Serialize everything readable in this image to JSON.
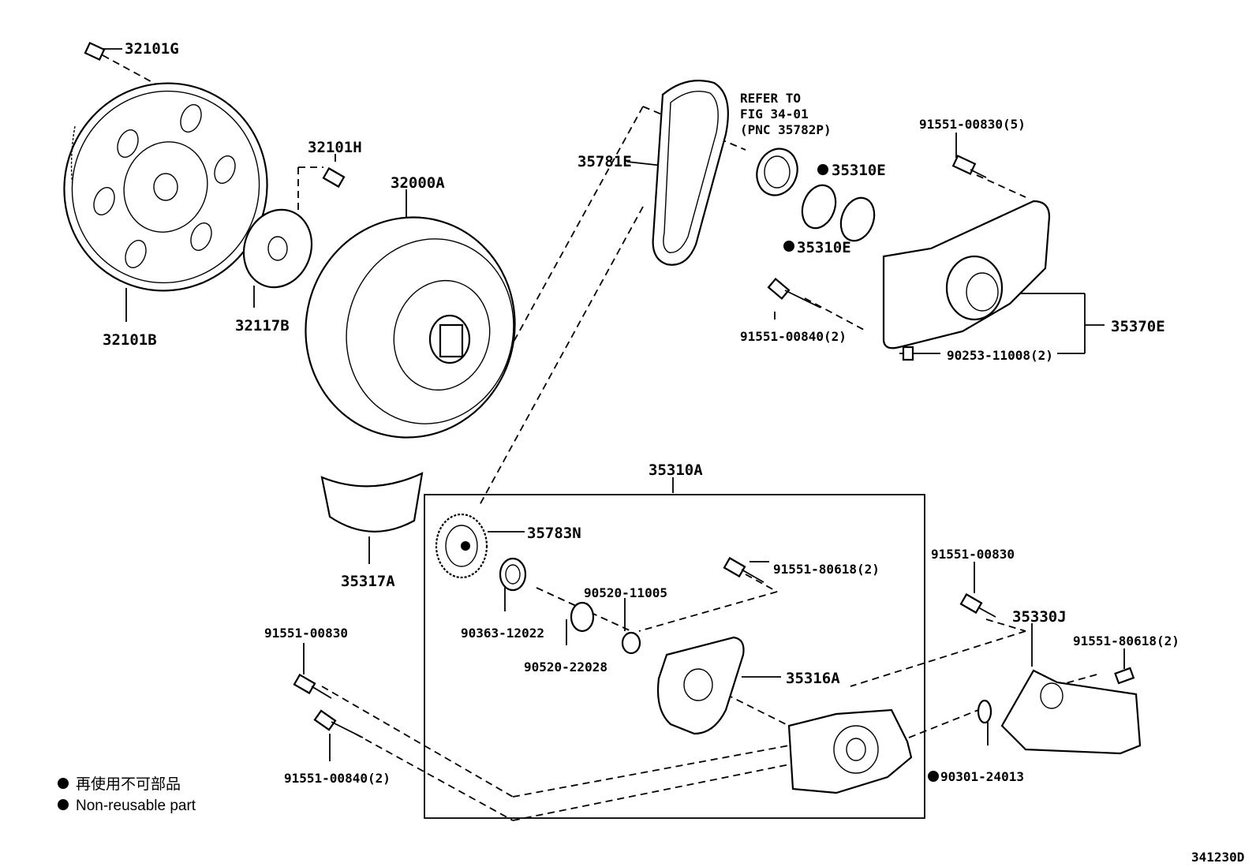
{
  "labels": {
    "p32101G": "32101G",
    "p32101H": "32101H",
    "p32000A": "32000A",
    "p32117B": "32117B",
    "p32101B": "32101B",
    "p35781E": "35781E",
    "refer_line1": "REFER TO",
    "refer_line2": "FIG 34-01",
    "refer_line3": "(PNC 35782P)",
    "p35310E_a": "35310E",
    "p35310E_b": "35310E",
    "p91551_00830_5": "91551-00830(5)",
    "p91551_00840_2_top": "91551-00840(2)",
    "p90253_11008_2": "90253-11008(2)",
    "p35370E": "35370E",
    "p35310A": "35310A",
    "p35783N": "35783N",
    "p35317A": "35317A",
    "p91551_80618_2_mid": "91551-80618(2)",
    "p90520_11005": "90520-11005",
    "p90363_12022": "90363-12022",
    "p90520_22028": "90520-22028",
    "p35316A": "35316A",
    "p91551_00830_left": "91551-00830",
    "p91551_00840_2_bottom": "91551-00840(2)",
    "p91551_00830_right": "91551-00830",
    "p35330J": "35330J",
    "p91551_80618_2_right": "91551-80618(2)",
    "p90301_24013": "90301-24013"
  },
  "legend": {
    "item_jp": "再使用不可部品",
    "item_en": "Non-reusable part"
  },
  "figure_id": "341230D"
}
